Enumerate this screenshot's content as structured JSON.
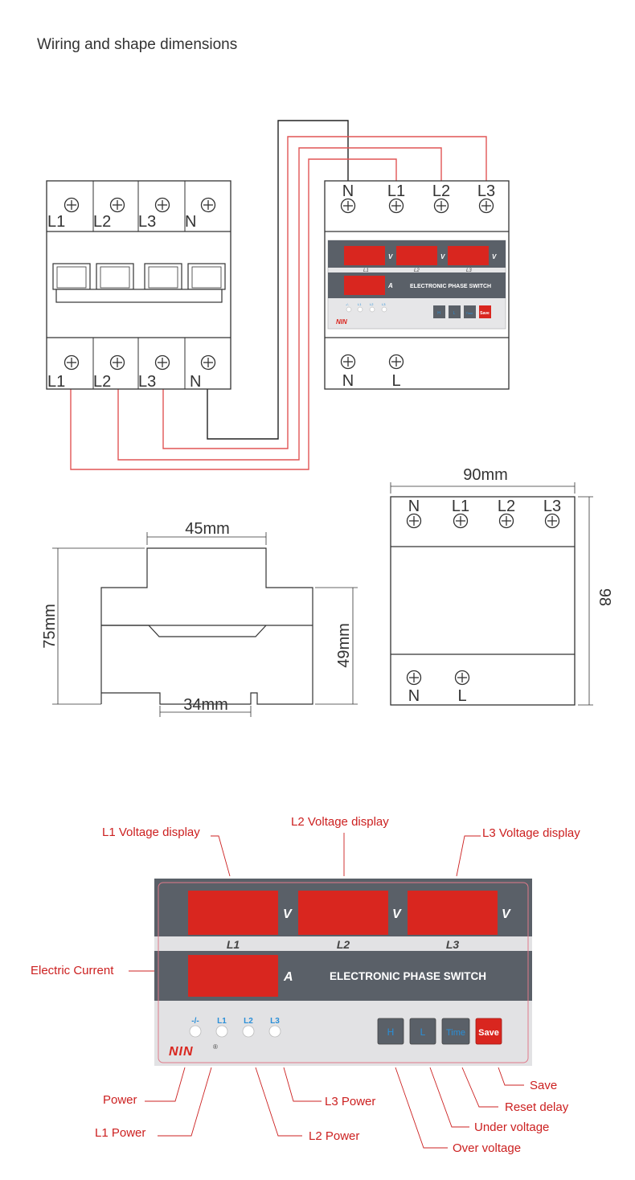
{
  "heading": "Wiring and shape dimensions",
  "breaker": {
    "top_labels": [
      "L1",
      "L2",
      "L3",
      "N"
    ],
    "bottom_labels": [
      "L1",
      "L2",
      "L3",
      "N"
    ]
  },
  "switch": {
    "top_labels": [
      "N",
      "L1",
      "L2",
      "L3"
    ],
    "bottom_labels": [
      "N",
      "L"
    ]
  },
  "panel": {
    "voltage_unit": "V",
    "current_unit": "A",
    "phase_labels": [
      "L1",
      "L2",
      "L3"
    ],
    "title": "ELECTRONIC PHASE SWITCH",
    "led_labels": [
      "-/-",
      "L1",
      "L2",
      "L3"
    ],
    "buttons": [
      "H",
      "L",
      "Time",
      "Save"
    ],
    "logo": "NIN",
    "registered": "®"
  },
  "dimensions": {
    "width_top": "45mm",
    "height_left": "75mm",
    "height_right": "49mm",
    "width_bottom": "34mm",
    "width_front": "90mm",
    "height_front": "98"
  },
  "front": {
    "top_labels": [
      "N",
      "L1",
      "L2",
      "L3"
    ],
    "bottom_labels": [
      "N",
      "L"
    ]
  },
  "callouts": {
    "l1_voltage": "L1 Voltage display",
    "l2_voltage": "L2 Voltage display",
    "l3_voltage": "L3 Voltage display",
    "current": "Electric Current",
    "power": "Power",
    "l1_power": "L1 Power",
    "l2_power": "L2 Power",
    "l3_power": "L3 Power",
    "save": "Save",
    "reset_delay": "Reset delay",
    "under_voltage": "Under voltage",
    "over_voltage": "Over voltage"
  },
  "colors": {
    "wire_red": "#e05555",
    "wire_black": "#222222",
    "display_red": "#d9261f",
    "panel_dark": "#5a6068",
    "callout_red": "#cc2020",
    "led_blue": "#2a8fd8"
  }
}
